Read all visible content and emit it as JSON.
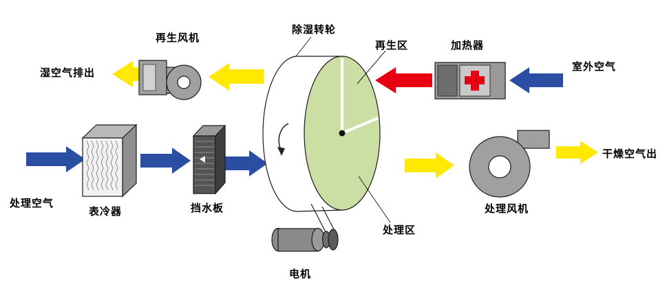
{
  "diagram": {
    "title": "除湿转轮",
    "labels": {
      "regen_fan": "再生风机",
      "wet_air_out": "湿空气排出",
      "wheel": "除湿转轮",
      "regen_zone": "再生区",
      "heater": "加热器",
      "outdoor_air": "室外空气",
      "process_air": "处理空气",
      "surface_cooler": "表冷器",
      "water_baffle": "挡水板",
      "process_zone": "处理区",
      "process_fan": "处理风机",
      "dry_air_out": "干燥空气出",
      "motor": "电机"
    },
    "colors": {
      "arrow-yellow": "#FFE900",
      "arrow-blue": "#2B4EA2",
      "arrow-red": "#E60012",
      "wheel-green": "#CBDFA5",
      "machine-gray": "#A0A0A0",
      "dark-gray": "#545454",
      "background": "#FFFFFF"
    }
  }
}
